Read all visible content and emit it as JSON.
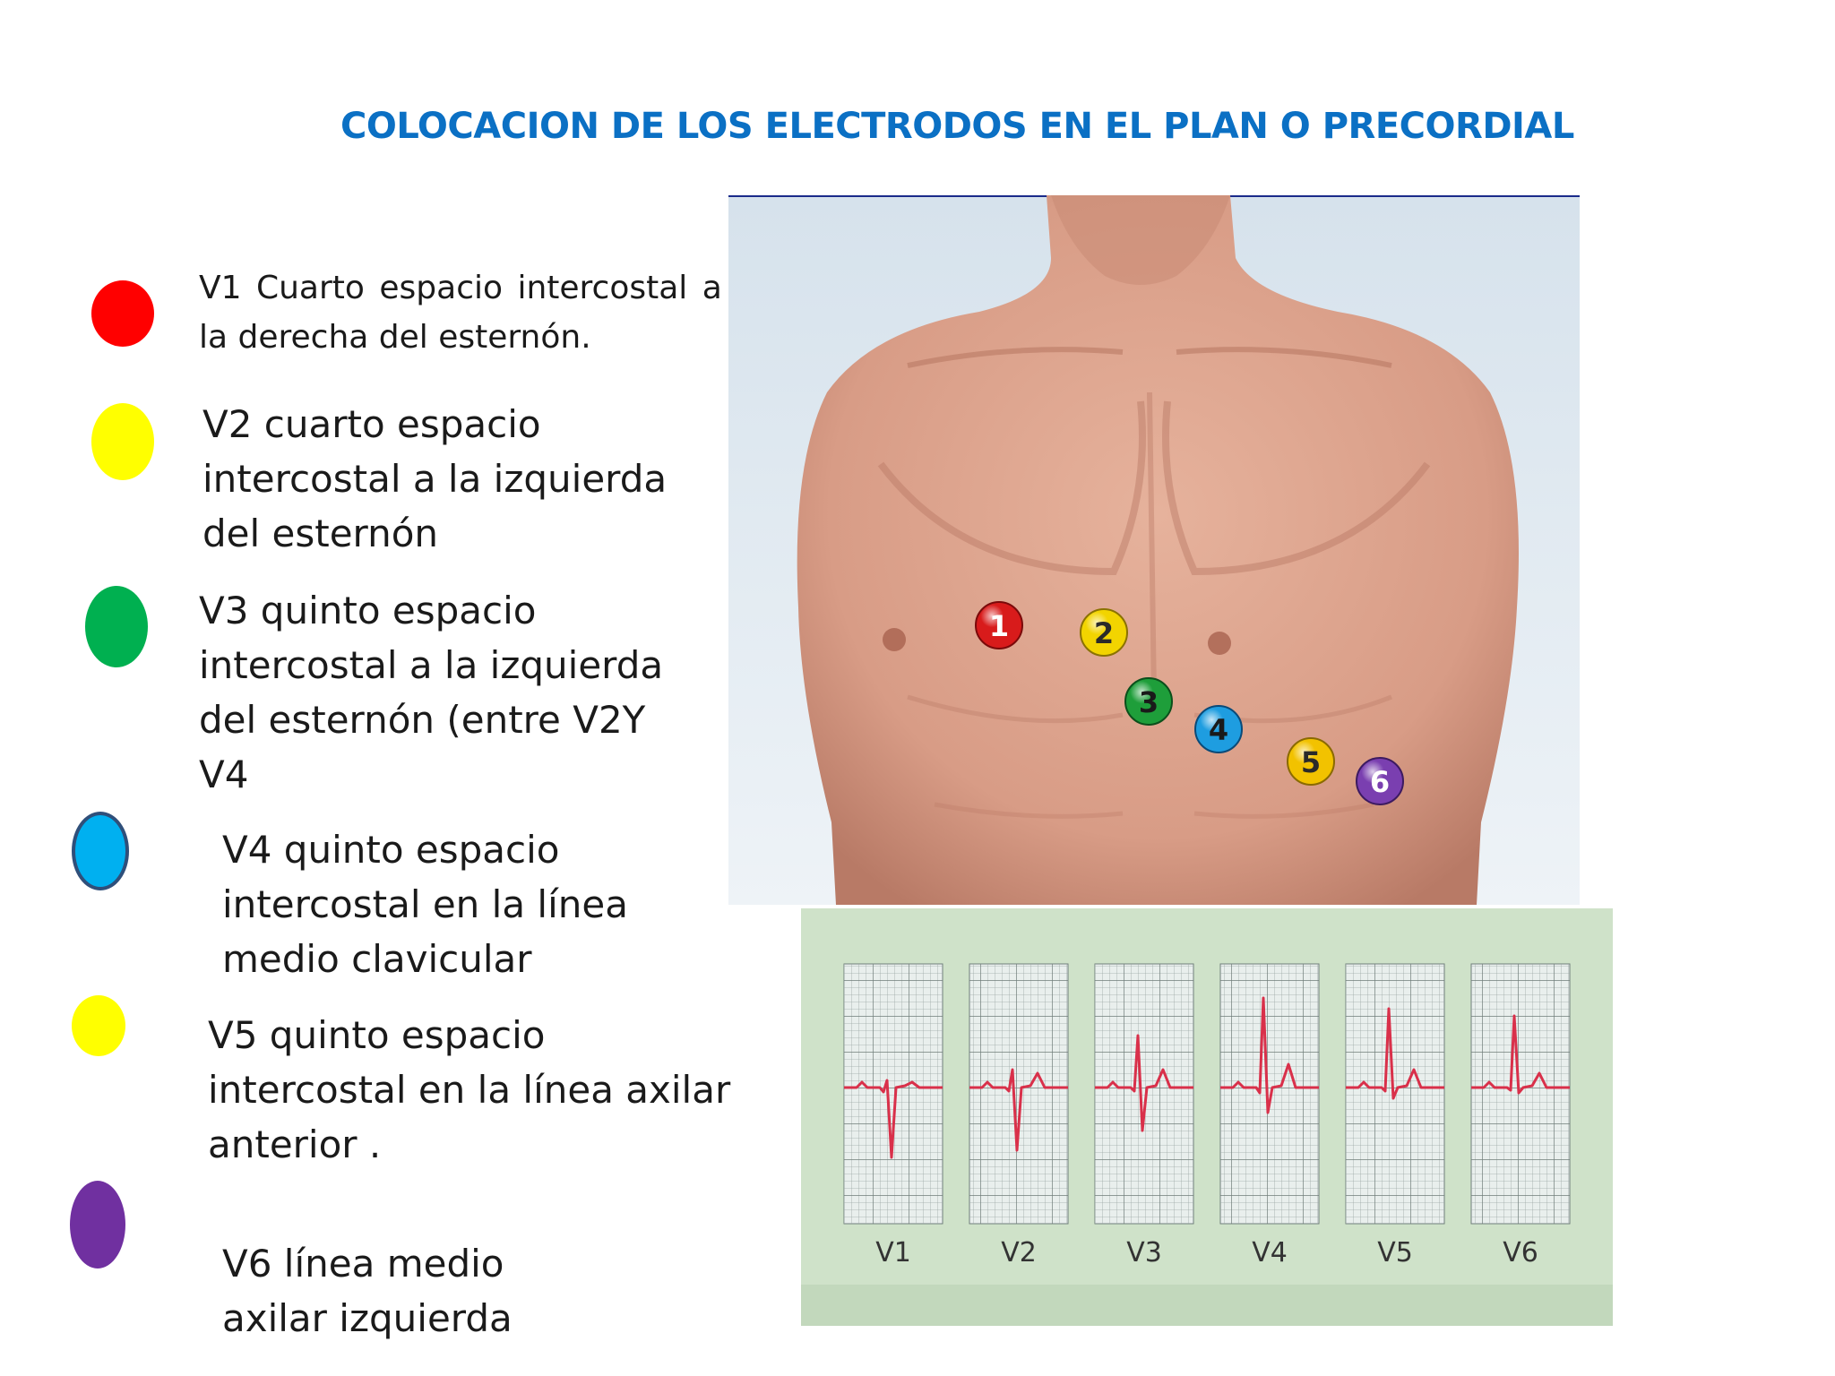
{
  "title": "COLOCACION DE LOS ELECTRODOS EN EL PLAN O  PRECORDIAL",
  "leads": [
    {
      "color": "#ff0000",
      "lines": [
        "V1 Cuarto espacio intercostal a",
        "la derecha del esternón."
      ]
    },
    {
      "color": "#ffff00",
      "lines": [
        "V2 cuarto espacio",
        "intercostal a la izquierda",
        "del esternón"
      ]
    },
    {
      "color": "#00b050",
      "lines": [
        "V3 quinto espacio",
        "intercostal a la izquierda",
        "del esternón (entre V2Y",
        "V4"
      ]
    },
    {
      "color": "#00b0f0",
      "lines": [
        "V4 quinto espacio",
        "intercostal en la línea",
        "medio clavicular"
      ]
    },
    {
      "color": "#ffff00",
      "lines": [
        "V5 quinto espacio",
        "intercostal en la línea axilar",
        "anterior ."
      ]
    },
    {
      "color": "#7030a0",
      "lines": [
        "V6 línea  medio",
        "axilar izquierda"
      ]
    }
  ],
  "electrodes": [
    {
      "label": "1",
      "color": "#d81b1b"
    },
    {
      "label": "2",
      "color": "#f2d400"
    },
    {
      "label": "3",
      "color": "#1e9e3a"
    },
    {
      "label": "4",
      "color": "#1e9de0"
    },
    {
      "label": "5",
      "color": "#f2c200"
    },
    {
      "label": "6",
      "color": "#7a3fb0"
    }
  ],
  "ecg_leads": [
    "V1",
    "V2",
    "V3",
    "V4",
    "V5",
    "V6"
  ]
}
